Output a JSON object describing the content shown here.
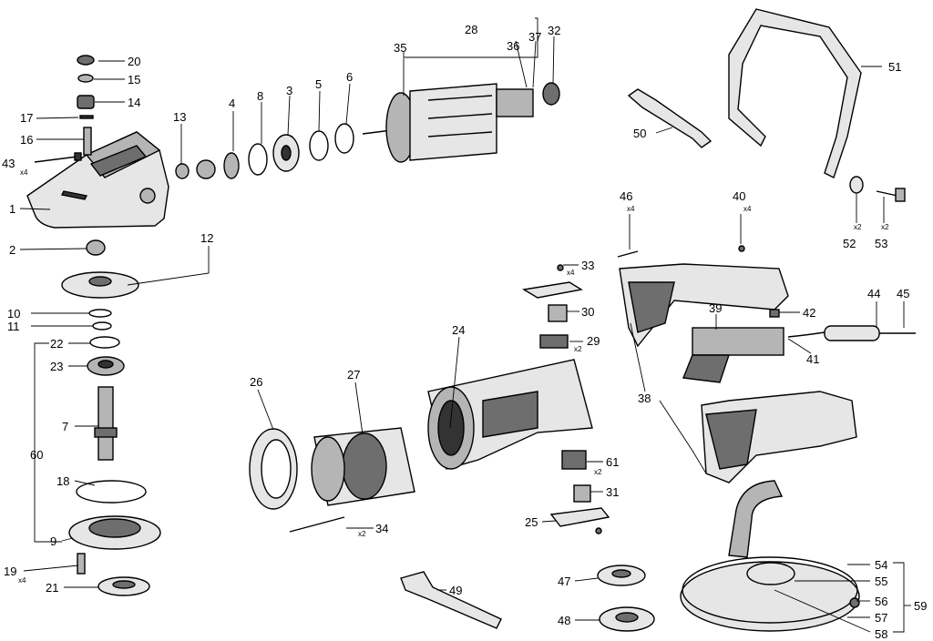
{
  "parts": {
    "p1": "1",
    "p2": "2",
    "p3": "3",
    "p4": "4",
    "p5": "5",
    "p6": "6",
    "p7": "7",
    "p8": "8",
    "p9": "9",
    "p10": "10",
    "p11": "11",
    "p12": "12",
    "p13": "13",
    "p14": "14",
    "p15": "15",
    "p16": "16",
    "p17": "17",
    "p18": "18",
    "p19": "19",
    "p20": "20",
    "p21": "21",
    "p22": "22",
    "p23": "23",
    "p24": "24",
    "p25": "25",
    "p26": "26",
    "p27": "27",
    "p28": "28",
    "p29": "29",
    "p30": "30",
    "p31": "31",
    "p32": "32",
    "p33": "33",
    "p34": "34",
    "p35": "35",
    "p36": "36",
    "p37": "37",
    "p38": "38",
    "p39": "39",
    "p40": "40",
    "p41": "41",
    "p42": "42",
    "p43": "43",
    "p44": "44",
    "p45": "45",
    "p46": "46",
    "p47": "47",
    "p48": "48",
    "p49": "49",
    "p50": "50",
    "p51": "51",
    "p52": "52",
    "p53": "53",
    "p54": "54",
    "p55": "55",
    "p56": "56",
    "p57": "57",
    "p58": "58",
    "p59": "59",
    "p60": "60",
    "p61": "61"
  },
  "quantities": {
    "q43": "x4",
    "q33": "x4",
    "q29": "x2",
    "q46": "x4",
    "q40": "x4",
    "q61": "x2",
    "q34": "x2",
    "q19": "x4",
    "q52": "x2",
    "q53": "x2"
  }
}
